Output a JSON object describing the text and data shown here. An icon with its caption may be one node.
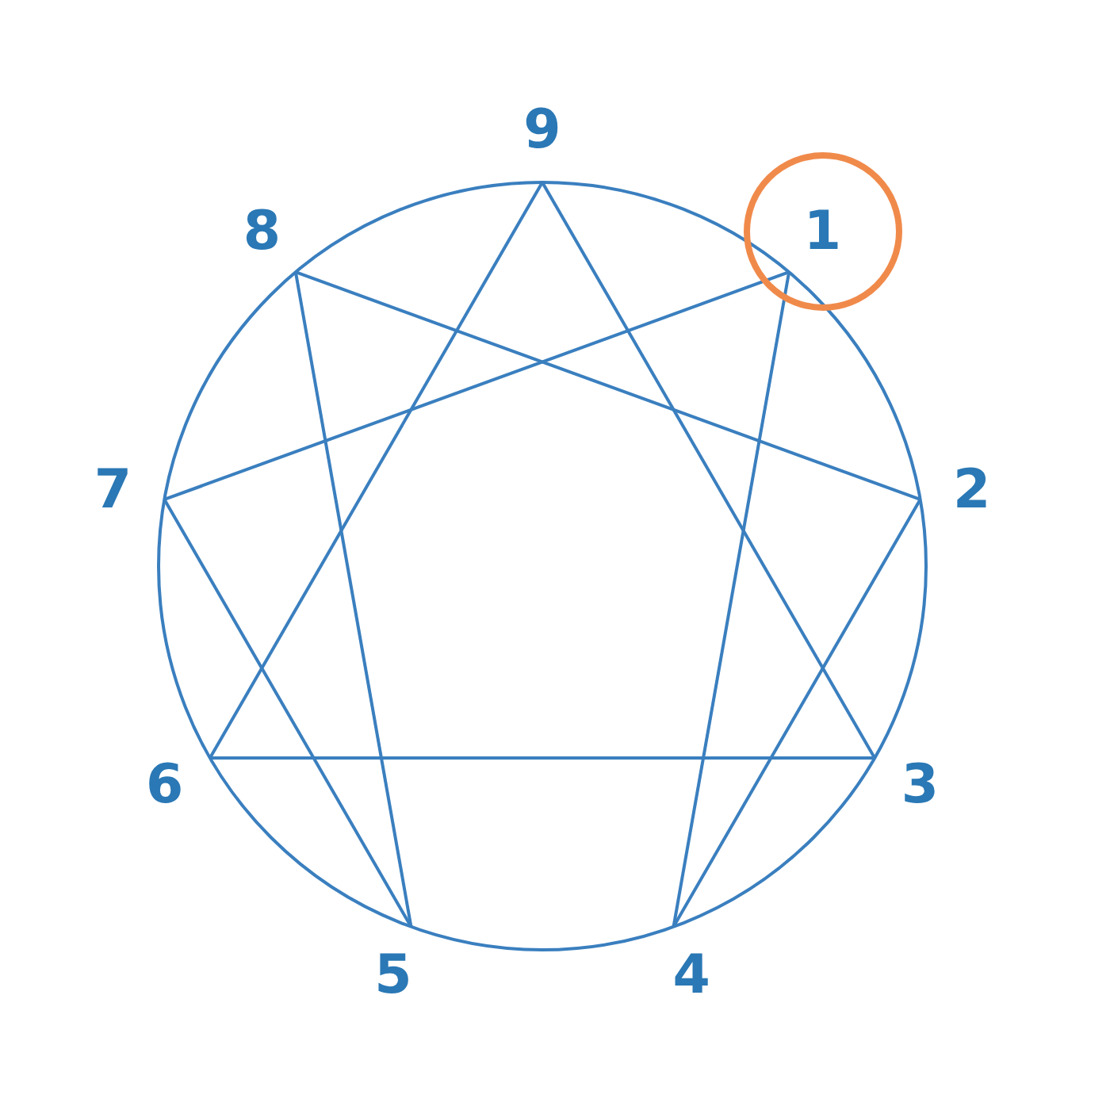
{
  "diagram": {
    "nodes": [
      {
        "text": [
          "1"
        ]
      },
      {
        "text": [
          "2"
        ]
      },
      {
        "text": [
          "3"
        ]
      },
      {
        "text": [
          "4"
        ]
      },
      {
        "text": [
          "5"
        ]
      },
      {
        "text": [
          "6"
        ]
      },
      {
        "text": [
          "7"
        ]
      },
      {
        "text": [
          "8"
        ]
      },
      {
        "text": [
          "9"
        ]
      }
    ],
    "edges": [
      {
        "from": 8,
        "to": 2,
        "arrow": "none"
      },
      {
        "from": 2,
        "to": 5,
        "arrow": "none"
      },
      {
        "from": 5,
        "to": 8,
        "arrow": "none"
      },
      {
        "from": 0,
        "to": 3,
        "arrow": "none"
      },
      {
        "from": 3,
        "to": 1,
        "arrow": "none"
      },
      {
        "from": 1,
        "to": 7,
        "arrow": "none"
      },
      {
        "from": 7,
        "to": 4,
        "arrow": "none"
      },
      {
        "from": 4,
        "to": 6,
        "arrow": "none"
      },
      {
        "from": 6,
        "to": 0,
        "arrow": "none"
      }
    ]
  }
}
